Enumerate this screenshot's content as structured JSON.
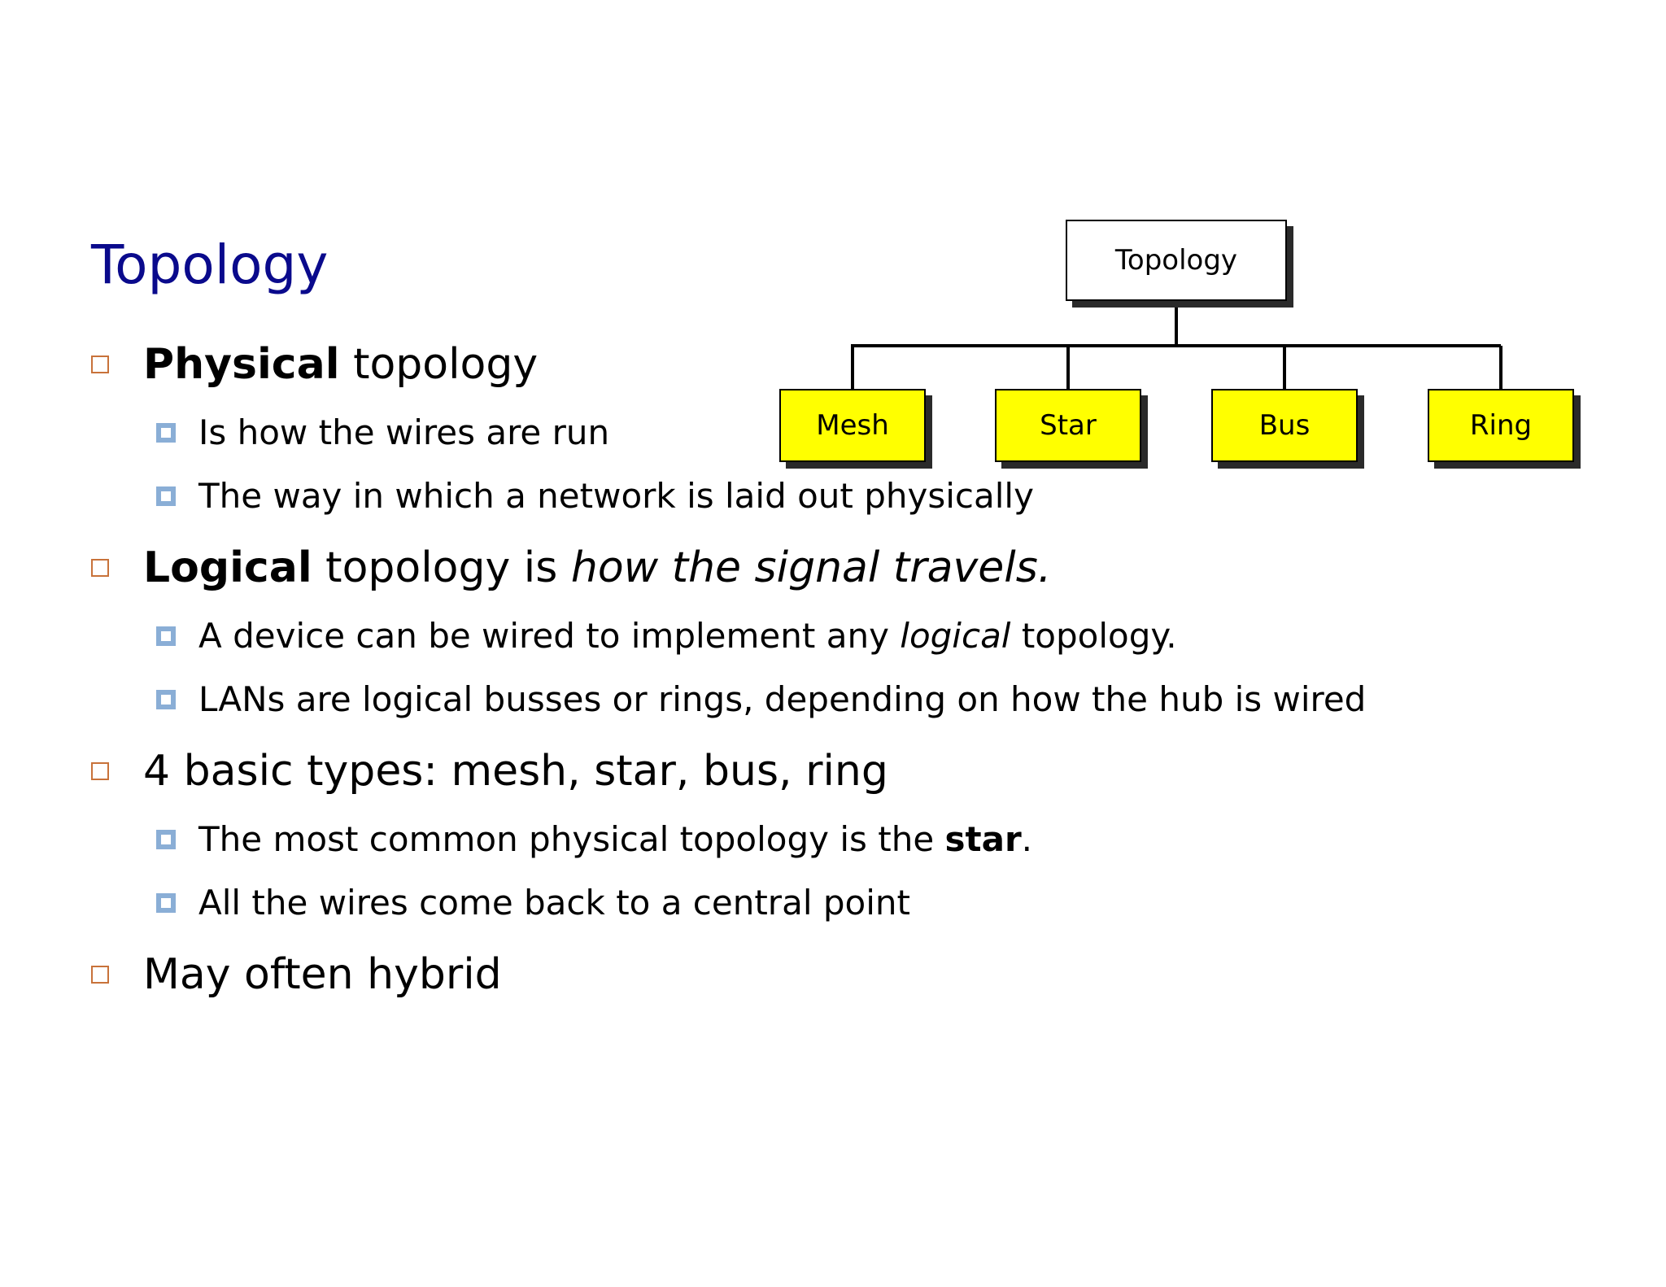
{
  "title": "Topology",
  "bullets": {
    "physical": {
      "bold": "Physical",
      "rest": " topology",
      "subs": [
        "Is how the wires are run",
        "The way in which a network is laid out physically"
      ]
    },
    "logical": {
      "bold": "Logical",
      "rest": " topology is ",
      "italic": "how the signal travels.",
      "sub1": {
        "before": "A device can be wired to implement any ",
        "italic": "logical",
        "after": " topology."
      },
      "sub2": "LANs are logical busses or rings, depending on how the hub is wired"
    },
    "types": {
      "text": "4 basic types: mesh, star, bus, ring",
      "sub1": {
        "before": "The most common physical topology is the ",
        "bold": "star",
        "after": "."
      },
      "sub2": "All the wires come back to a central point"
    },
    "hybrid": {
      "text": "May often hybrid"
    }
  },
  "diagram": {
    "root": "Topology",
    "leaves": [
      "Mesh",
      "Star",
      "Bus",
      "Ring"
    ],
    "leaf_color": "#ffff00"
  }
}
